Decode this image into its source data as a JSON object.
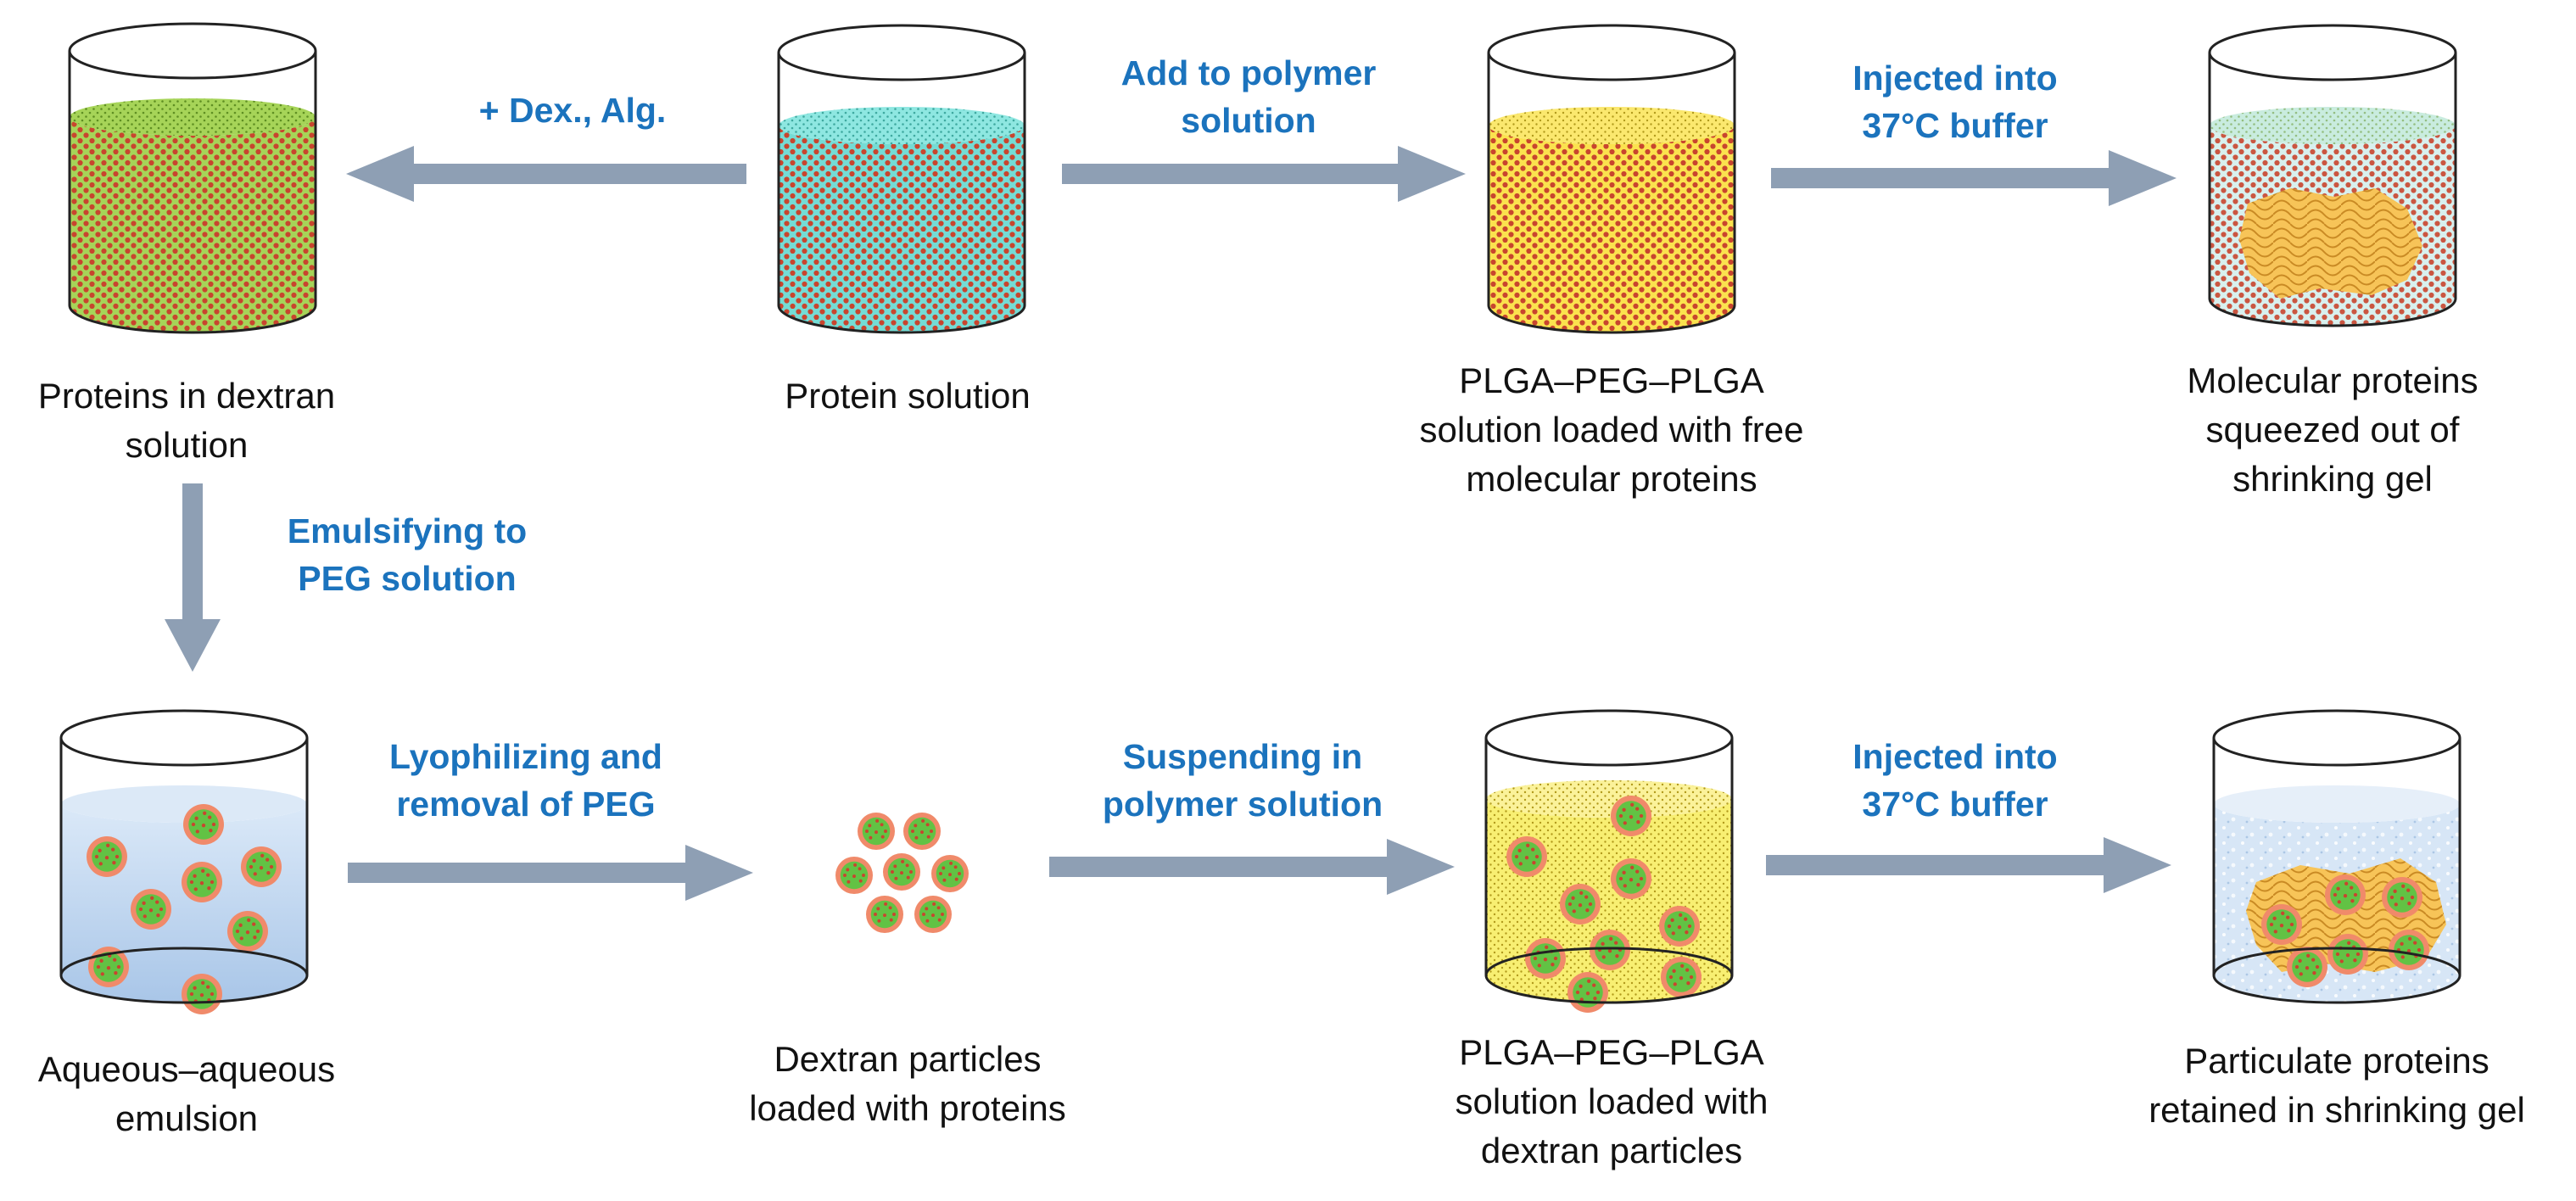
{
  "beakers": {
    "protein_solution": {
      "caption": [
        "Protein solution"
      ]
    },
    "dextran_solution": {
      "caption": [
        "Proteins in dextran",
        "solution"
      ]
    },
    "plga_free": {
      "caption": [
        "PLGA–PEG–PLGA",
        "solution loaded with free",
        "molecular proteins"
      ]
    },
    "gel_molecular": {
      "caption": [
        "Molecular proteins",
        "squeezed out of",
        "shrinking gel"
      ]
    },
    "emulsion": {
      "caption": [
        "Aqueous–aqueous",
        "emulsion"
      ]
    },
    "dextran_particles": {
      "caption": [
        "Dextran particles",
        "loaded with proteins"
      ]
    },
    "plga_particles": {
      "caption": [
        "PLGA–PEG–PLGA",
        "solution loaded with",
        "dextran particles"
      ]
    },
    "gel_particulate": {
      "caption": [
        "Particulate proteins",
        "retained in shrinking gel"
      ]
    }
  },
  "steps": {
    "add_dex_alg": [
      "+ Dex., Alg."
    ],
    "add_to_polymer": [
      "Add to polymer",
      "solution"
    ],
    "inject_top": [
      "Injected into",
      "37°C buffer"
    ],
    "emulsify": [
      "Emulsifying to",
      "PEG solution"
    ],
    "lyophilize": [
      "Lyophilizing and",
      "removal of PEG"
    ],
    "suspend": [
      "Suspending in",
      "polymer solution"
    ],
    "inject_bottom": [
      "Injected into",
      "37°C buffer"
    ]
  },
  "colors": {
    "step_text": "#1b73bd",
    "arrow": "#8e9fb4",
    "protein_dot": "#c8452e",
    "teal_liquid": "#74dcd5",
    "green_liquid": "#a6d458",
    "yellow_liquid": "#fbe24e",
    "gel_orange": "#f7c458",
    "emulsion_blue": "#b9d3ee",
    "particle_green": "#62c244",
    "particle_ring": "#f08a6a"
  }
}
